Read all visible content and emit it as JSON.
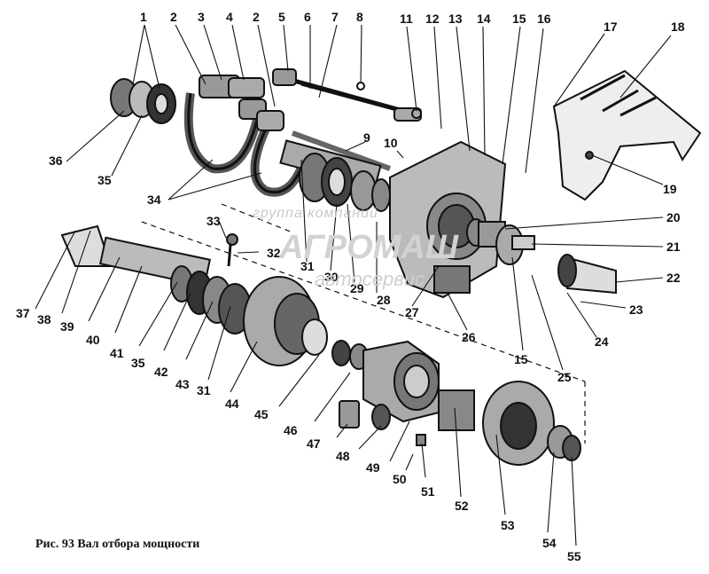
{
  "caption": "Рис. 93 Вал отбора мощности",
  "watermark": {
    "line1": "группа компаний",
    "line2": "АГРОМАШ",
    "line3": "автосервис"
  },
  "part_numbers": {
    "n1": "1",
    "n2a": "2",
    "n3": "3",
    "n4": "4",
    "n2b": "2",
    "n5": "5",
    "n6": "6",
    "n7": "7",
    "n8": "8",
    "n11": "11",
    "n12": "12",
    "n13": "13",
    "n14": "14",
    "n15a": "15",
    "n16": "16",
    "n17": "17",
    "n18": "18",
    "n36a": "36",
    "n35a": "35",
    "n34": "34",
    "n9": "9",
    "n10": "10",
    "n19": "19",
    "n20": "20",
    "n21": "21",
    "n22": "22",
    "n23": "23",
    "n24": "24",
    "n25": "25",
    "n15b": "15",
    "n26": "26",
    "n27": "27",
    "n28": "28",
    "n29": "29",
    "n30": "30",
    "n31a": "31",
    "n32": "32",
    "n33": "33",
    "n37": "37",
    "n38": "38",
    "n39": "39",
    "n40": "40",
    "n41": "41",
    "n35b": "35",
    "n42": "42",
    "n43": "43",
    "n31b": "31",
    "n44": "44",
    "n45": "45",
    "n46": "46",
    "n47": "47",
    "n48": "48",
    "n49": "49",
    "n50": "50",
    "n51": "51",
    "n52": "52",
    "n53": "53",
    "n54": "54",
    "n55": "55"
  }
}
